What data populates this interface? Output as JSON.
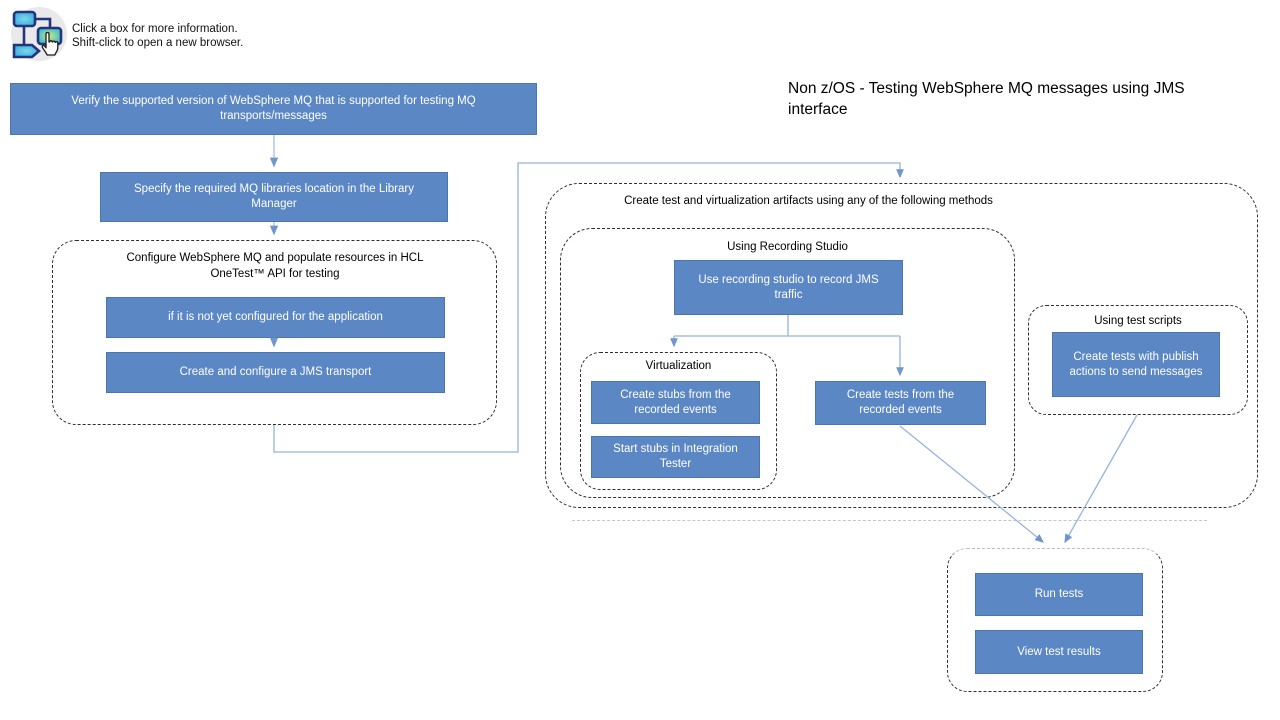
{
  "instructions": {
    "line1": "Click a box for more information.",
    "line2": "Shift-click to open a new browser."
  },
  "page_title": "Non z/OS - Testing WebSphere MQ messages using JMS interface",
  "icon": {
    "name": "flowchart-click-icon"
  },
  "groups": {
    "configure": {
      "title": "Configure WebSphere MQ and populate resources in HCL OneTest™ API for testing"
    },
    "artifacts": {
      "title": "Create test and virtualization artifacts using any of the following methods"
    },
    "recording_studio": {
      "title": "Using Recording Studio"
    },
    "virtualization": {
      "title": "Virtualization"
    },
    "test_scripts": {
      "title": "Using test scripts"
    }
  },
  "boxes": {
    "verify": "Verify the supported version of WebSphere MQ that is supported for testing MQ transports/messages",
    "specify": "Specify the required MQ libraries location in the Library Manager",
    "not_configured": "if it is not yet configured for the application",
    "create_jms": "Create and configure a JMS transport",
    "use_recording": "Use recording studio to record JMS traffic",
    "create_stubs": "Create stubs from the recorded events",
    "start_stubs": "Start stubs in Integration Tester",
    "create_tests_recorded": "Create tests from the recorded events",
    "create_tests_publish": "Create tests with publish actions to send messages",
    "run_tests": "Run tests",
    "view_results": "View test results"
  },
  "colors": {
    "node_fill": "#5b87c5",
    "node_border": "#4a76ad",
    "node_text": "#ffffff",
    "connector": "#94b4df",
    "arrowhead": "#6f97cb",
    "group_border": "#2e2e2e",
    "gray_dash": "#c6c6c6"
  }
}
